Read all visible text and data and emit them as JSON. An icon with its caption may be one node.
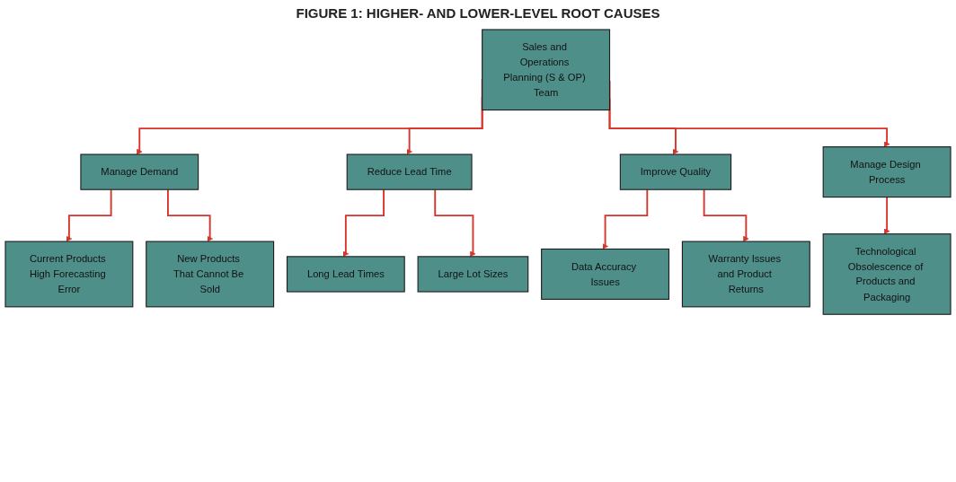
{
  "diagram": {
    "title": "FIGURE 1: HIGHER- AND LOWER-LEVEL ROOT CAUSES",
    "nodes": [
      {
        "text": [
          "Sales and Operations Planning (S & OP) Team"
        ]
      },
      {
        "text": [
          "Manage Demand"
        ]
      },
      {
        "text": [
          "Reduce Lead Time"
        ]
      },
      {
        "text": [
          "Improve Quality"
        ]
      },
      {
        "text": [
          "Manage Design Process"
        ]
      },
      {
        "text": [
          "Current Products High Forecasting Error"
        ]
      },
      {
        "text": [
          "New Products That Cannot Be Sold"
        ]
      },
      {
        "text": [
          "Long Lead Times"
        ]
      },
      {
        "text": [
          "Large Lot Sizes"
        ]
      },
      {
        "text": [
          "Data Accuracy Issues"
        ]
      },
      {
        "text": [
          "Warranty Issues and Product Returns"
        ]
      },
      {
        "text": [
          "Technological Obsolescence of Products and Packaging"
        ]
      }
    ],
    "edges": [
      {
        "from": 0,
        "to": 1,
        "arrow": "to"
      },
      {
        "from": 0,
        "to": 2,
        "arrow": "to"
      },
      {
        "from": 0,
        "to": 3,
        "arrow": "to"
      },
      {
        "from": 0,
        "to": 4,
        "arrow": "to"
      },
      {
        "from": 1,
        "to": 5,
        "arrow": "to"
      },
      {
        "from": 1,
        "to": 6,
        "arrow": "to"
      },
      {
        "from": 2,
        "to": 7,
        "arrow": "to"
      },
      {
        "from": 2,
        "to": 8,
        "arrow": "to"
      },
      {
        "from": 3,
        "to": 9,
        "arrow": "to"
      },
      {
        "from": 3,
        "to": 10,
        "arrow": "to"
      },
      {
        "from": 4,
        "to": 11,
        "arrow": "to"
      }
    ]
  }
}
